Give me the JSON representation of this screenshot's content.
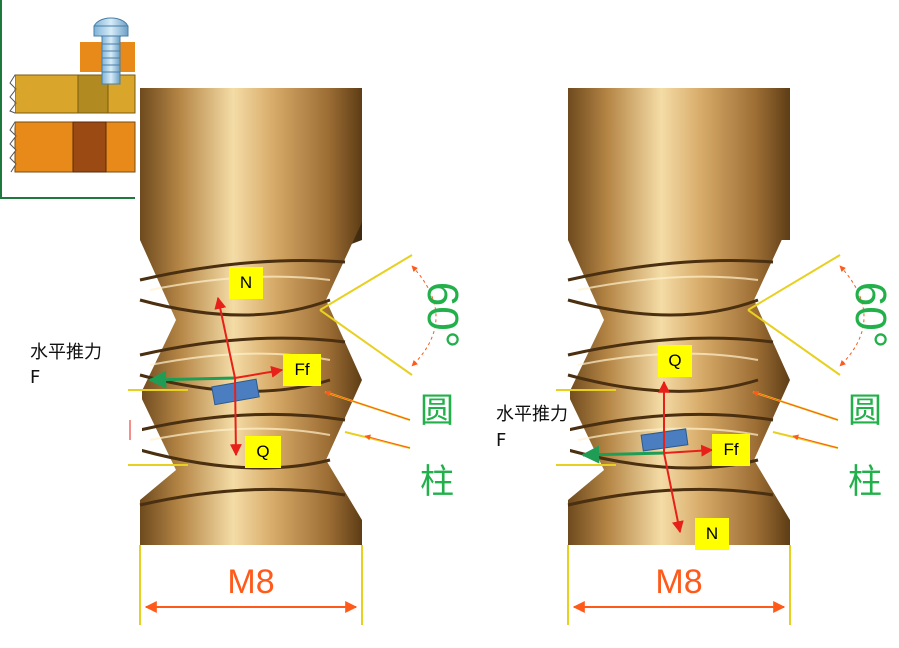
{
  "figure": {
    "dimension_label": "M8",
    "angle_label": "60°",
    "cjk_labels": [
      "圆",
      "柱"
    ],
    "thrust_label_line1": "水平推力",
    "thrust_label_line2": "F"
  },
  "left_panel": {
    "forces": [
      "N",
      "Ff",
      "Q"
    ]
  },
  "right_panel": {
    "forces": [
      "Q",
      "Ff",
      "N"
    ]
  },
  "colors": {
    "force_arrow": "#e8201a",
    "thrust_arrow": "#1f9d55",
    "label_box": "#ffff00",
    "dimension": "#ff5a1a",
    "cjk_label": "#22b04a",
    "thread_gold": "#c9974a"
  }
}
